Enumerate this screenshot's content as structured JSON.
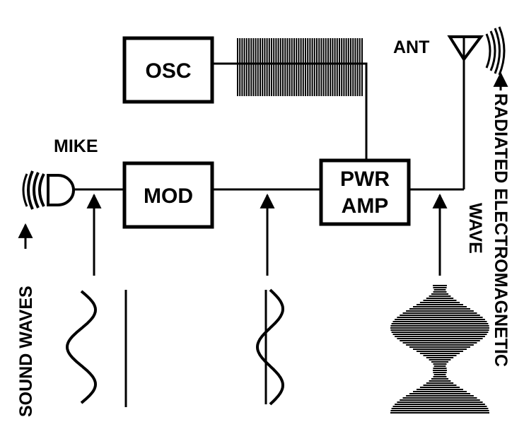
{
  "blocks": {
    "osc": "OSC",
    "mod": "MOD",
    "pwr_amp": [
      "PWR",
      "AMP"
    ]
  },
  "labels": {
    "mike": "MIKE",
    "ant": "ANT",
    "sound_waves": "SOUND WAVES",
    "radiated_wave": [
      "RADIATED ELECTROMAGNETIC",
      "WAVE"
    ]
  },
  "colors": {
    "ink": "#000000",
    "paper": "#ffffff"
  }
}
